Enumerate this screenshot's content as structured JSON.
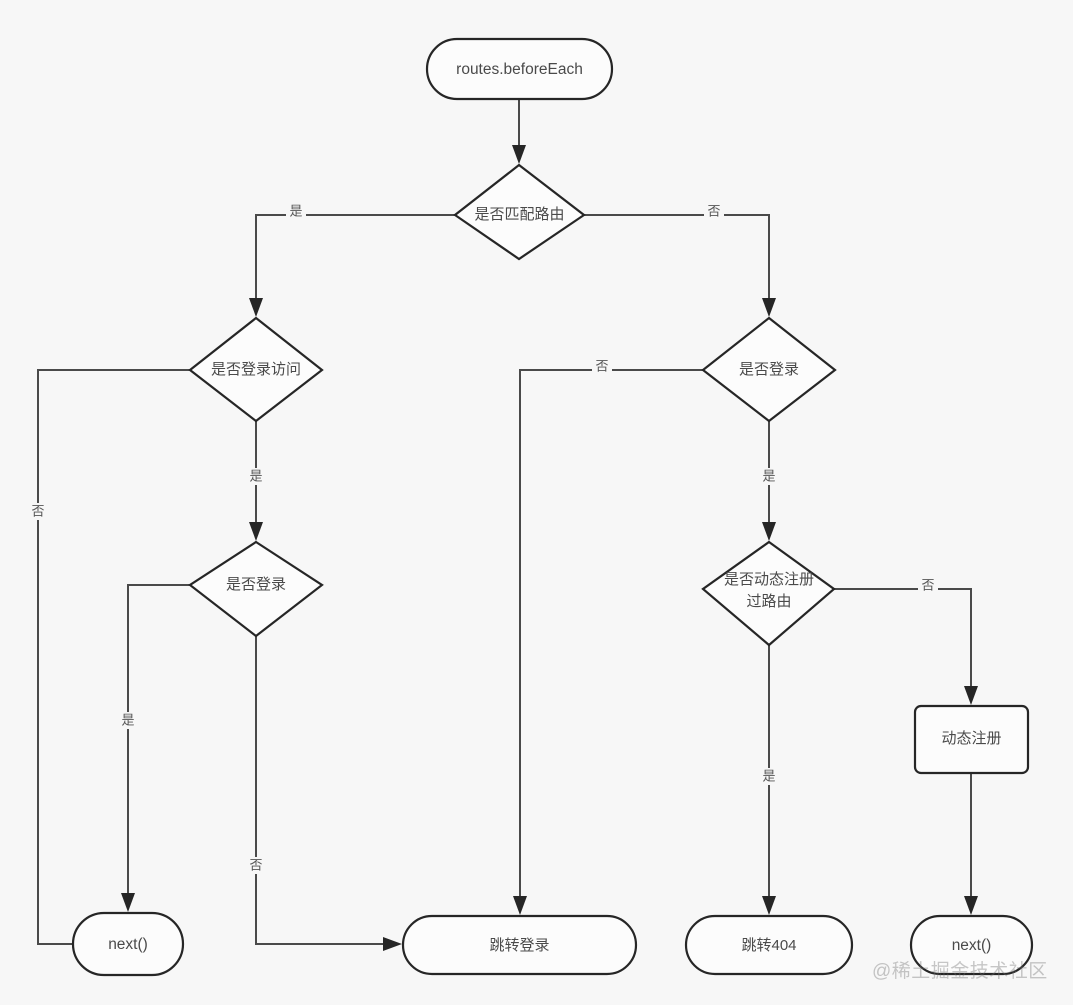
{
  "diagram": {
    "title": "routes.beforeEach flow",
    "background_color": "#f7f7f7",
    "node_fill": "#fcfcfc",
    "node_stroke": "#262626",
    "edge_stroke": "#4a4a4a",
    "label_color": "#4a4a4a"
  },
  "nodes": {
    "start": {
      "label": "routes.beforeEach",
      "shape": "stadium"
    },
    "match_route": {
      "label": "是否匹配路由",
      "shape": "diamond"
    },
    "need_login_access": {
      "label": "是否登录访问",
      "shape": "diamond"
    },
    "is_logged_in_left": {
      "label": "是否登录",
      "shape": "diamond"
    },
    "is_logged_in_right": {
      "label": "是否登录",
      "shape": "diamond"
    },
    "dynamic_registered": {
      "label_line1": "是否动态注册",
      "label_line2": "过路由",
      "shape": "diamond"
    },
    "dynamic_register": {
      "label": "动态注册",
      "shape": "rect"
    },
    "next_left": {
      "label": "next()",
      "shape": "stadium"
    },
    "goto_login": {
      "label": "跳转登录",
      "shape": "stadium"
    },
    "goto_404": {
      "label": "跳转404",
      "shape": "stadium"
    },
    "next_right": {
      "label": "next()",
      "shape": "stadium"
    }
  },
  "edge_labels": {
    "match_yes": "是",
    "match_no": "否",
    "need_login_no": "否",
    "need_login_yes": "是",
    "left_login_yes": "是",
    "left_login_no": "否",
    "right_login_no": "否",
    "right_login_yes": "是",
    "dynamic_no": "否",
    "dynamic_yes": "是"
  },
  "watermark": {
    "text": "@稀土掘金技术社区"
  }
}
